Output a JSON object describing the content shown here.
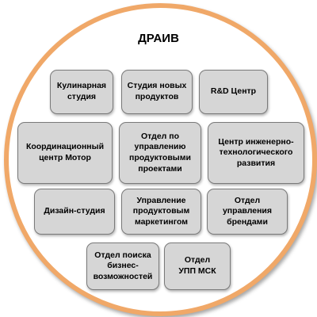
{
  "title": "ДРАИВ",
  "colors": {
    "circle_border": "#f0a868",
    "box_fill": "#d6d6d6",
    "box_border": "#7a7a7a"
  },
  "units": [
    "Кулинарная студия",
    "Студия новых продуктов",
    "R&D Центр",
    "Координационный центр Мотор",
    "Отдел по управлению продуктовыми проектами",
    "Центр инженерно-технологического развития",
    "Дизайн-студия",
    "Управление продуктовым маркетингом",
    "Отдел управления брендами",
    "Отдел поиска бизнес-возможностей",
    "Отдел УПП МСК"
  ]
}
